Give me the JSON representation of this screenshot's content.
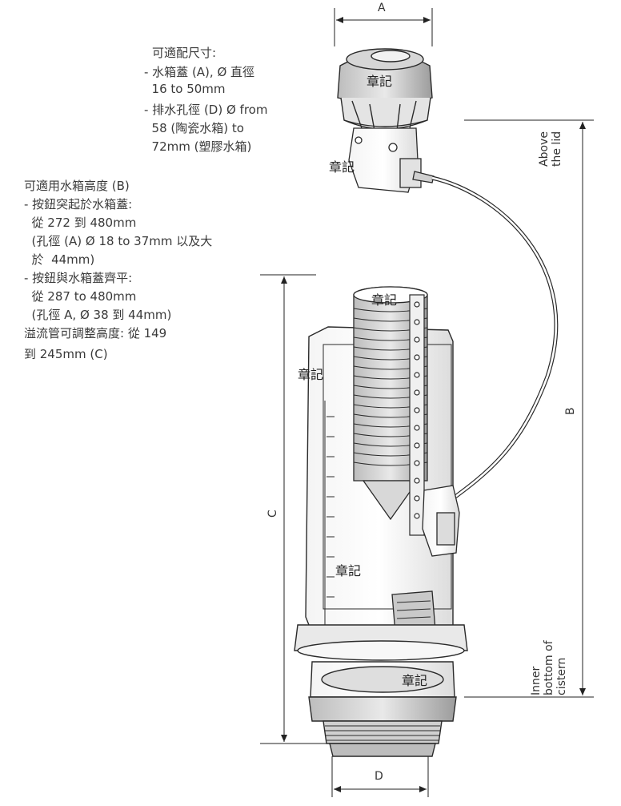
{
  "spec_text": {
    "fit_title": "可適配尺寸:",
    "fit_lines": [
      "- 水箱蓋 (A), Ø 直徑",
      "  16 to 50mm",
      "- 排水孔徑 (D) Ø from",
      "  58 (陶瓷水箱) to",
      "  72mm (塑膠水箱)"
    ],
    "height_title": "可適用水箱高度 (B)",
    "height_lines": [
      "- 按鈕突起於水箱蓋:",
      "  從 272 到 480mm",
      "  (孔徑 (A) Ø 18 to 37mm 以及大",
      "  於  44mm)",
      "- 按鈕與水箱蓋齊平:",
      "  從 287 to 480mm",
      "  (孔徑 A, Ø 38 到 44mm)",
      "溢流管可調整高度: 從 149",
      "到 245mm (C)"
    ]
  },
  "dimensions": {
    "a": "A",
    "b": "B",
    "c": "C",
    "d": "D",
    "above_lid": "Above\nthe lid",
    "inner_bottom": "Inner\nbottom of\ncistern"
  },
  "watermark": "章記",
  "colors": {
    "line": "#2a2a2a",
    "shade": "#c8c8c8",
    "light": "#e6e6e6"
  }
}
